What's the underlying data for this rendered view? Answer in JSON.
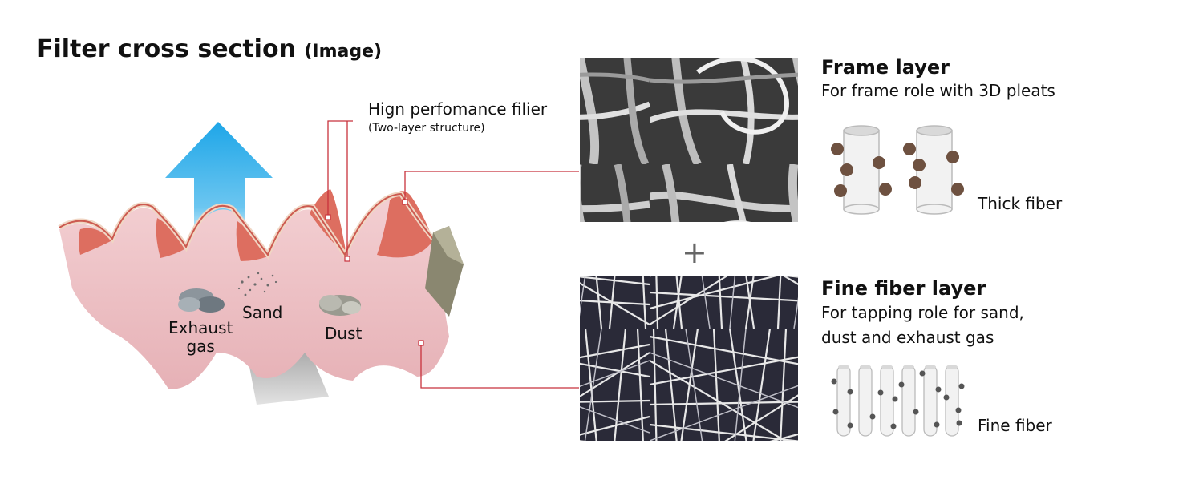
{
  "title": "Filter cross section",
  "title_suffix": "(Image)",
  "leader": {
    "title": "Hign perfomance filier",
    "subtitle": "(Two-layer structure)"
  },
  "particles": {
    "exhaust": "Exhaust gas",
    "exhaust_line1": "Exhaust",
    "exhaust_line2": "gas",
    "sand": "Sand",
    "dust": "Dust"
  },
  "plus_sign": "+",
  "layers": [
    {
      "name": "Frame layer",
      "desc_line1": "For frame role with 3D pleats",
      "desc_line2": "",
      "fiber": "Thick fiber"
    },
    {
      "name": "Fine fiber layer",
      "desc_line1": "For tapping role for sand,",
      "desc_line2": "dust and exhaust gas",
      "fiber": "Fine fiber"
    }
  ],
  "colors": {
    "arrow": "#1ea6e8",
    "pleat": "#e9b9bd",
    "pleat_inner": "#dd6e60",
    "leader_line": "#c8323c",
    "particle": "#6e5140"
  }
}
